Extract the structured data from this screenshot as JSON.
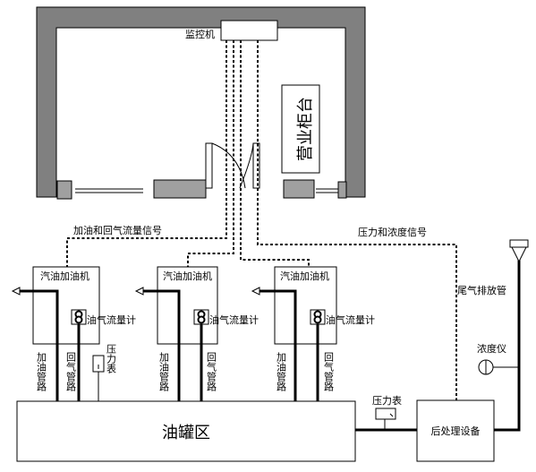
{
  "building": {
    "monitor_label": "监控机",
    "counter_label": "营业柜台"
  },
  "signals": {
    "flow_signal": "加油和回气流量信号",
    "pressure_signal": "压力和浓度信号"
  },
  "dispensers": [
    {
      "title": "汽油加油机",
      "meter": "油气流量计",
      "fuel_pipe": "加油管路",
      "return_pipe": "回气管路",
      "gauge": "压力表"
    },
    {
      "title": "汽油加油机",
      "meter": "油气流量计",
      "fuel_pipe": "加油管路",
      "return_pipe": "回气管路"
    },
    {
      "title": "汽油加油机",
      "meter": "油气流量计",
      "fuel_pipe": "加油管路",
      "return_pipe": "回气管路"
    }
  ],
  "tank_area": "油罐区",
  "post_treatment": "后处理设备",
  "tank_gauge": "压力表",
  "exhaust_pipe": "尾气排放管",
  "concentration_meter": "浓度仪"
}
